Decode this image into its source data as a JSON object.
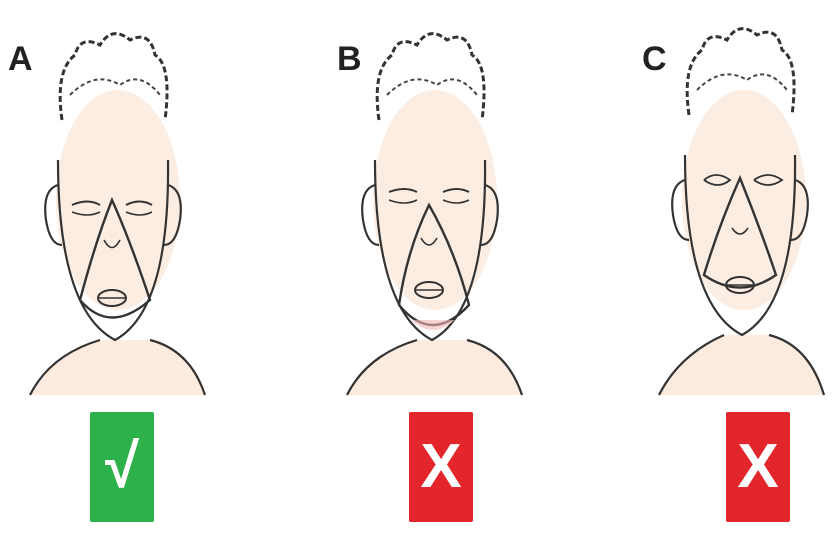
{
  "panels": [
    {
      "letter": "A",
      "verdict": "correct",
      "mark": "√",
      "badge_color": "#2db14a"
    },
    {
      "letter": "B",
      "verdict": "incorrect",
      "mark": "X",
      "badge_color": "#e3262c"
    },
    {
      "letter": "C",
      "verdict": "incorrect",
      "mark": "X",
      "badge_color": "#e3262c"
    }
  ]
}
